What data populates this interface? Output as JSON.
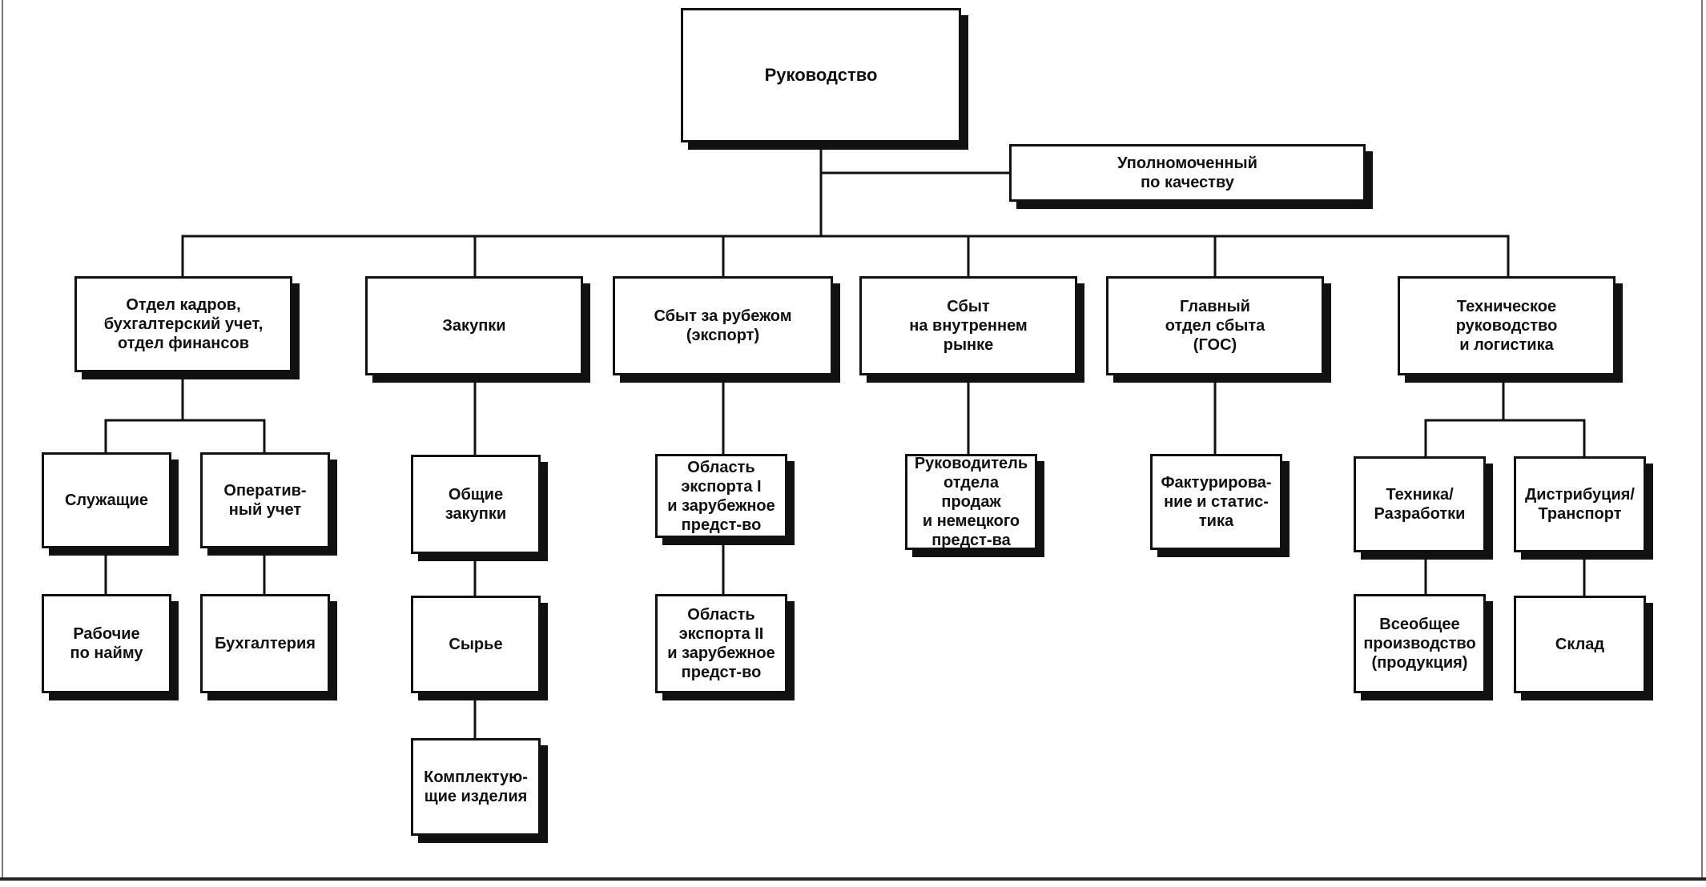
{
  "title": "Руководство",
  "quality": "Уполномоченный\nпо качеству",
  "departments": [
    "Отдел кадров,\nбухгалтерский учет,\nотдел финансов",
    "Закупки",
    "Сбыт за рубежом\n(экспорт)",
    "Сбыт\nна внутреннем\nрынке",
    "Главный\nотдел сбыта\n(ГОС)",
    "Техническое\nруководство\nи логистика"
  ],
  "hr": {
    "employees": "Служащие",
    "workers": "Рабочие\nпо найму",
    "operational": "Оператив-\nный учет",
    "accounting": "Бухгалтерия"
  },
  "purchasing": {
    "general": "Общие\nзакупки",
    "raw": "Сырье",
    "components": "Комплектую-\nщие изделия"
  },
  "export": {
    "area1": "Область\nэкспорта I\nи зарубежное\nпредст-во",
    "area2": "Область\nэкспорта II\nи зарубежное\nпредст-во"
  },
  "domestic": {
    "head": "Руководитель\nотдела продаж\nи немецкого\nпредст-ва"
  },
  "sales": {
    "invoicing": "Фактуриро­ва-\nние и статис-\nтика"
  },
  "tech": {
    "engineering": "Техника/\nРазработки",
    "production": "Всеобщее\nпроизводство\n(продукция)",
    "distribution": "Дистрибуция/\nТранспорт",
    "warehouse": "Склад"
  }
}
